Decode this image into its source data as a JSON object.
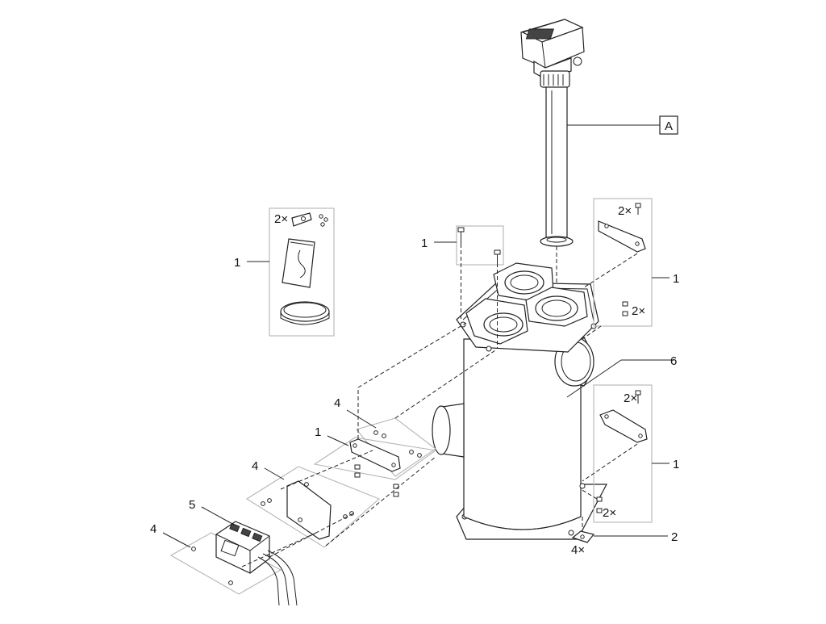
{
  "callouts": {
    "A": "A",
    "one": "1",
    "two": "2",
    "four": "4",
    "five": "5",
    "six": "6"
  },
  "quantities": {
    "two_x": "2×",
    "four_x": "4×"
  }
}
